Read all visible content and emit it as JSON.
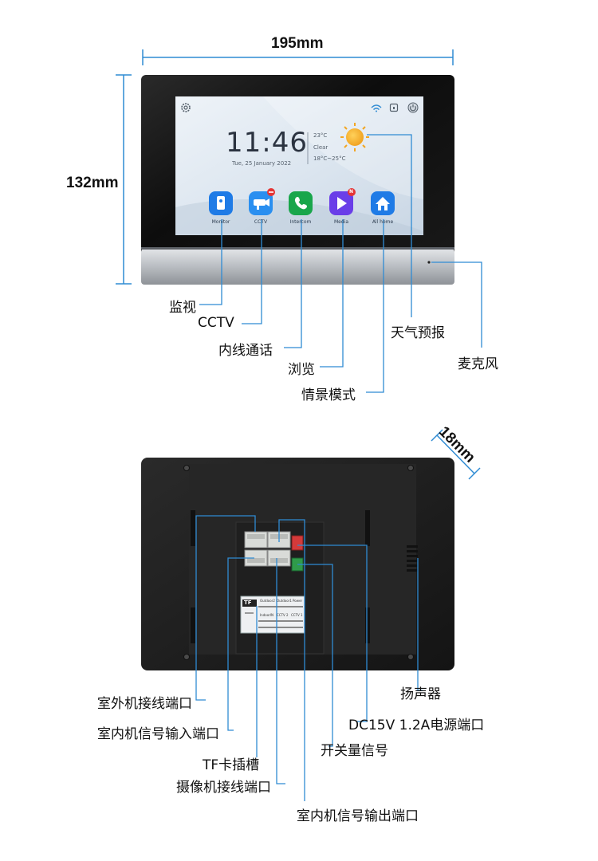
{
  "dimensions": {
    "width": "195mm",
    "height": "132mm",
    "depth": "18mm"
  },
  "screen": {
    "time": "11:46",
    "date": "Tue, 25 January  2022",
    "temp": "23°C",
    "condition": "Clear",
    "range": "18°C~25°C",
    "apps": [
      {
        "label": "Monitor"
      },
      {
        "label": "CCTV"
      },
      {
        "label": "Intercom"
      },
      {
        "label": "Media"
      },
      {
        "label": "All home"
      }
    ],
    "badge_text": "N"
  },
  "front_labels": {
    "monitor": "监视",
    "cctv": "CCTV",
    "intercom": "内线通话",
    "browse": "浏览",
    "scene": "情景模式",
    "weather": "天气预报",
    "mic": "麦克风"
  },
  "back_labels": {
    "outdoor_port": "室外机接线端口",
    "indoor_in": "室内机信号输入端口",
    "tf_slot": "TF卡插槽",
    "camera_port": "摄像机接线端口",
    "indoor_out": "室内机信号输出端口",
    "speaker": "扬声器",
    "power": "DC15V 1.2A电源端口",
    "switch_signal": "开关量信号"
  },
  "sticker": {
    "tf": "TF",
    "headers": [
      "Outdoor2",
      "Outdoor1",
      "Power"
    ],
    "row2": [
      "IndoorIN",
      "CCTV 2",
      "CCTV 1"
    ]
  },
  "colors": {
    "bezel": "#111111",
    "screen_bg": "#dfe8f1",
    "chrome": "#c4c7cb",
    "leader": "#2f8bd3",
    "sun": "#f2a623",
    "app_blue": "#1f7be6",
    "app_green": "#19a64b",
    "app_purple": "#6a3ee8",
    "back_panel": "#1c1c1c"
  }
}
